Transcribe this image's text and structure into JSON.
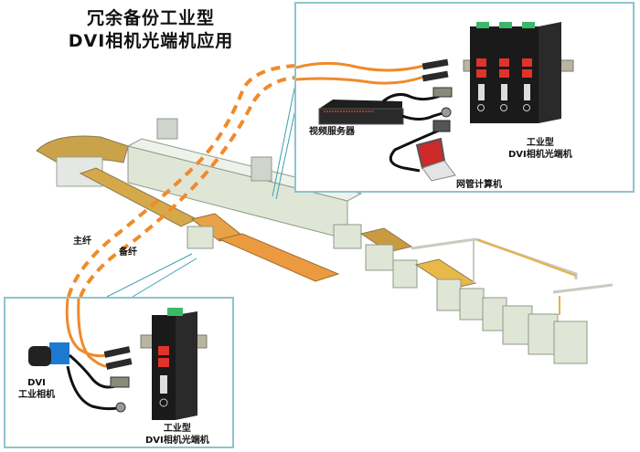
{
  "title": {
    "line1": "冗余备份工业型",
    "line2": "DVI相机光端机应用"
  },
  "labels": {
    "main_fiber": "主纤",
    "backup_fiber": "备纤",
    "video_server": "视频服务器",
    "nms_computer": "网管计算机",
    "remote_device_line1": "工业型",
    "remote_device_line2": "DVI相机光端机",
    "camera_line1": "DVI",
    "camera_line2": "工业相机",
    "local_device_line1": "工业型",
    "local_device_line2": "DVI相机光端机"
  },
  "colors": {
    "fiber": "#f08a2a",
    "box_border": "#8fc4cc",
    "device_body": "#1a1a1a",
    "fiber_port": "#e0332b",
    "terminal": "#3db86a",
    "machine": "#dfe6d6",
    "conveyor": "#e8a24a"
  },
  "devices": {
    "remote_converters_count": 3,
    "local_converters_count": 1
  }
}
